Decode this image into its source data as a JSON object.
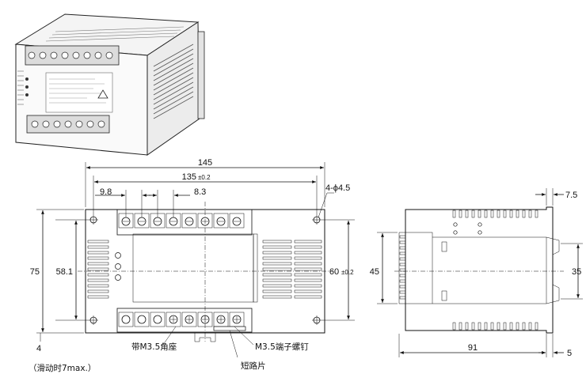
{
  "dimensions": {
    "width_total": "145",
    "mount_pitch": "135",
    "mount_pitch_tol": "±0.2",
    "terminal_offset": "9.8",
    "terminal_pitch": "8.3",
    "hole_spec": "4-ϕ4.5",
    "height_total": "75",
    "inner_height": "58.1",
    "vertical_pitch": "60",
    "vertical_pitch_tol": "±0.2",
    "side_height": "45",
    "rail_height": "35",
    "depth": "91",
    "flange_top": "7.5",
    "flange_bottom": "5",
    "slide_gap": "4",
    "slide_note": "（滑动时7max.）"
  },
  "labels": {
    "square_washer": "带M3.5角座",
    "terminal_screw": "M3.5端子螺钉",
    "short_bar": "短路片"
  }
}
